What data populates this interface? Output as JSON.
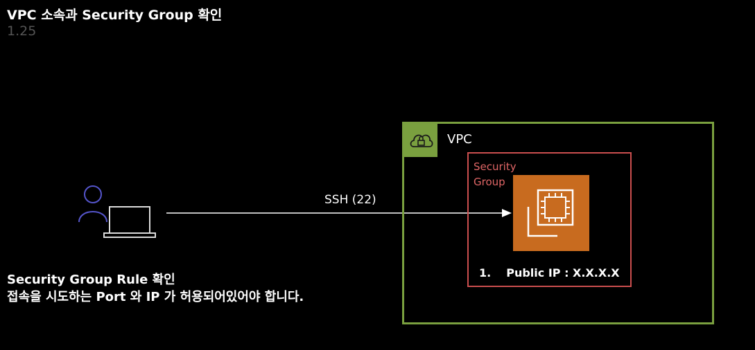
{
  "slide": {
    "title": "VPC 소속과 Security Group 확인",
    "number": "1.25"
  },
  "diagram": {
    "connection_label": "SSH (22)",
    "vpc_label": "VPC",
    "security_group_label": "Security Group",
    "public_ip_number": "1.",
    "public_ip_text": "Public IP : X.X.X.X",
    "colors": {
      "vpc_border": "#7aa03f",
      "security_group_border": "#cc4f4f",
      "ec2_fill": "#c86b1f",
      "user_icon": "#5555cc"
    },
    "icons": [
      "user-icon",
      "laptop-icon",
      "vpc-cloud-lock-icon",
      "ec2-instance-icon",
      "arrow-icon"
    ]
  },
  "caption": {
    "line1": "Security Group Rule 확인",
    "line2": "접속을 시도하는 Port 와 IP 가 허용되어있어야 합니다."
  }
}
